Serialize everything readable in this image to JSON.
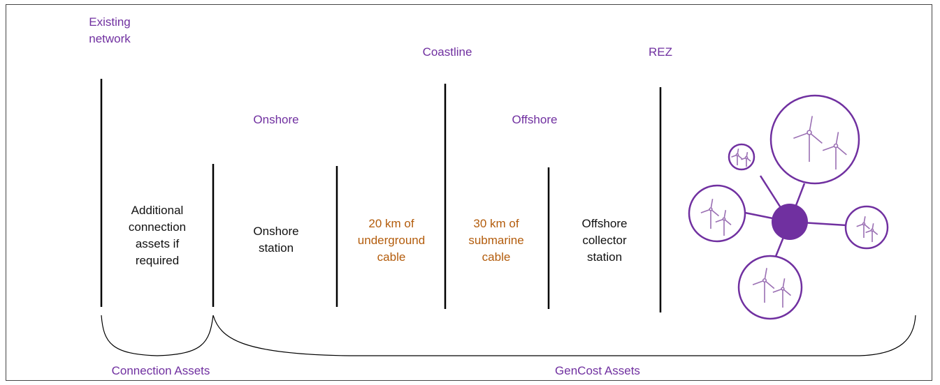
{
  "header_labels": {
    "existing_network": "Existing\nnetwork",
    "coastline": "Coastline",
    "rez": "REZ"
  },
  "zone_labels": {
    "onshore": "Onshore",
    "offshore": "Offshore"
  },
  "segments": {
    "additional_connection": "Additional\nconnection\nassets if\nrequired",
    "onshore_station": "Onshore\nstation",
    "underground_cable": "20 km of\nunderground\ncable",
    "submarine_cable": "30 km of\nsubmarine\ncable",
    "offshore_collector": "Offshore\ncollector\nstation"
  },
  "bracket_labels": {
    "connection_assets": "Connection Assets",
    "gencost_assets": "GenCost Assets"
  },
  "colors": {
    "purple": "#7030a0",
    "brown": "#b35c0c",
    "black": "#111111"
  },
  "icons": {
    "hub": "offshore-hub-icon",
    "turbine_cluster": "wind-turbine-icon"
  }
}
